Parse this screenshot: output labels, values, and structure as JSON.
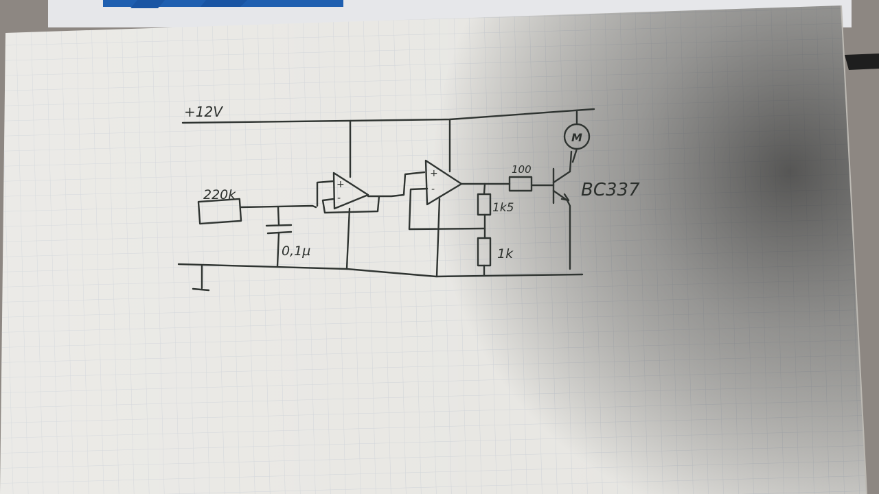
{
  "schematic": {
    "supply_label": "+12V",
    "ground_symbol": "ground",
    "components": {
      "input_resistor": "220k",
      "capacitor": "0,1µ",
      "base_resistor": "100",
      "divider_upper": "1k5",
      "divider_lower": "1k",
      "transistor": "BC337",
      "motor": "M"
    },
    "opamp1_plus": "+",
    "opamp1_minus": "-",
    "opamp2_plus": "+",
    "opamp2_minus": "-"
  },
  "background": {
    "paper_color": "#e9e8e4",
    "grid_color": "#c9cdd2",
    "ink_color": "#2f3431",
    "box_color": "#1f5fb0"
  }
}
